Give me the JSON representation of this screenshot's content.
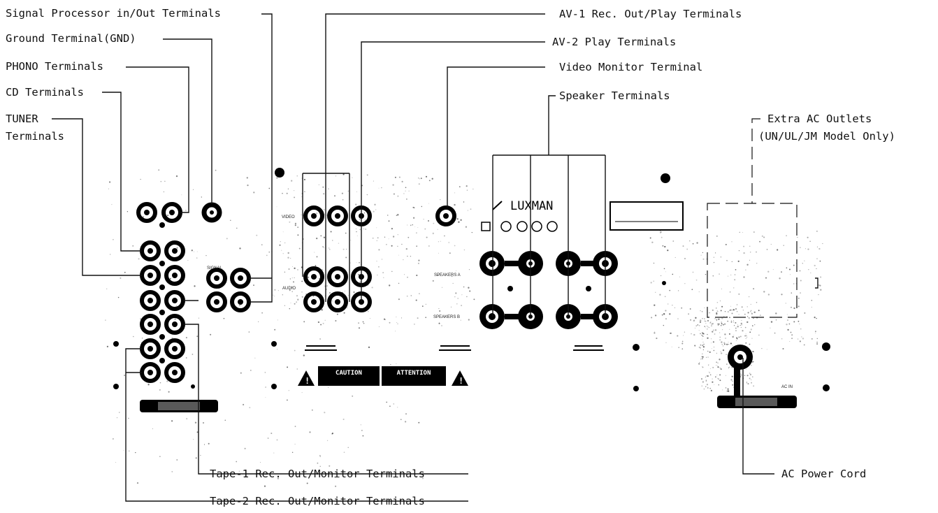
{
  "callouts": {
    "signal_processor": "Signal Processor in/Out Terminals",
    "ground": "Ground Terminal(GND)",
    "phono": "PHONO Terminals",
    "cd": "CD Terminals",
    "tuner_line1": "TUNER",
    "tuner_line2": "Terminals",
    "av1": "AV-1 Rec. Out/Play Terminals",
    "av2": "AV-2 Play Terminals",
    "video_monitor": "Video Monitor Terminal",
    "speaker": "Speaker Terminals",
    "extra_ac_line1": "Extra AC Outlets",
    "extra_ac_line2": "(UN/UL/JM Model Only)",
    "tape1": "Tape-1 Rec. Out/Monitor Terminals",
    "tape2": "Tape-2 Rec. Out/Monitor Terminals",
    "ac_cord": "AC Power Cord"
  },
  "panel": {
    "brand": "LUXMAN",
    "caution": "CAUTION",
    "attention": "ATTENTION"
  }
}
